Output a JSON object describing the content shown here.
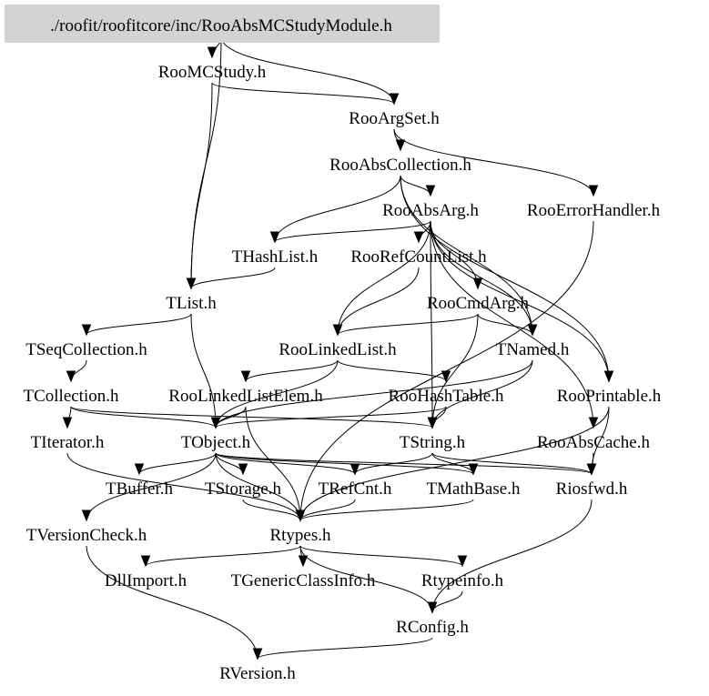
{
  "graph": {
    "type": "include-dependency-graph",
    "root": "./roofit/roofitcore/inc/RooAbsMCStudyModule.h",
    "colors": {
      "root_fill": "#d3d3d3",
      "edge": "#000000",
      "text": "#000000"
    },
    "nodes": [
      {
        "id": "root",
        "label": "./roofit/roofitcore/inc/RooAbsMCStudyModule.h",
        "highlight": true
      },
      {
        "id": "RooMCStudy",
        "label": "RooMCStudy.h"
      },
      {
        "id": "RooArgSet",
        "label": "RooArgSet.h"
      },
      {
        "id": "RooAbsCollection",
        "label": "RooAbsCollection.h"
      },
      {
        "id": "RooAbsArg",
        "label": "RooAbsArg.h"
      },
      {
        "id": "RooErrorHandler",
        "label": "RooErrorHandler.h"
      },
      {
        "id": "THashList",
        "label": "THashList.h"
      },
      {
        "id": "RooRefCountList",
        "label": "RooRefCountList.h"
      },
      {
        "id": "TList",
        "label": "TList.h"
      },
      {
        "id": "RooCmdArg",
        "label": "RooCmdArg.h"
      },
      {
        "id": "TSeqCollection",
        "label": "TSeqCollection.h"
      },
      {
        "id": "RooLinkedList",
        "label": "RooLinkedList.h"
      },
      {
        "id": "TNamed",
        "label": "TNamed.h"
      },
      {
        "id": "TCollection",
        "label": "TCollection.h"
      },
      {
        "id": "RooLinkedListElem",
        "label": "RooLinkedListElem.h"
      },
      {
        "id": "RooHashTable",
        "label": "RooHashTable.h"
      },
      {
        "id": "RooPrintable",
        "label": "RooPrintable.h"
      },
      {
        "id": "TIterator",
        "label": "TIterator.h"
      },
      {
        "id": "TObject",
        "label": "TObject.h"
      },
      {
        "id": "TString",
        "label": "TString.h"
      },
      {
        "id": "RooAbsCache",
        "label": "RooAbsCache.h"
      },
      {
        "id": "TBuffer",
        "label": "TBuffer.h"
      },
      {
        "id": "TStorage",
        "label": "TStorage.h"
      },
      {
        "id": "TRefCnt",
        "label": "TRefCnt.h"
      },
      {
        "id": "TMathBase",
        "label": "TMathBase.h"
      },
      {
        "id": "Riosfwd",
        "label": "Riosfwd.h"
      },
      {
        "id": "TVersionCheck",
        "label": "TVersionCheck.h"
      },
      {
        "id": "Rtypes",
        "label": "Rtypes.h"
      },
      {
        "id": "DllImport",
        "label": "DllImport.h"
      },
      {
        "id": "TGenericClassInfo",
        "label": "TGenericClassInfo.h"
      },
      {
        "id": "Rtypeinfo",
        "label": "Rtypeinfo.h"
      },
      {
        "id": "RConfig",
        "label": "RConfig.h"
      },
      {
        "id": "RVersion",
        "label": "RVersion.h"
      }
    ],
    "edges": [
      [
        "root",
        "RooMCStudy"
      ],
      [
        "root",
        "RooArgSet"
      ],
      [
        "root",
        "TList"
      ],
      [
        "RooMCStudy",
        "RooArgSet"
      ],
      [
        "RooMCStudy",
        "TList"
      ],
      [
        "RooArgSet",
        "RooAbsCollection"
      ],
      [
        "RooArgSet",
        "RooErrorHandler"
      ],
      [
        "RooAbsCollection",
        "RooAbsArg"
      ],
      [
        "RooAbsCollection",
        "THashList"
      ],
      [
        "RooAbsCollection",
        "TNamed"
      ],
      [
        "RooAbsCollection",
        "RooPrintable"
      ],
      [
        "RooAbsArg",
        "THashList"
      ],
      [
        "RooAbsArg",
        "RooRefCountList"
      ],
      [
        "RooAbsArg",
        "RooCmdArg"
      ],
      [
        "RooAbsArg",
        "TNamed"
      ],
      [
        "RooAbsArg",
        "RooPrintable"
      ],
      [
        "RooAbsArg",
        "TString"
      ],
      [
        "RooAbsArg",
        "RooAbsCache"
      ],
      [
        "RooAbsArg",
        "RooLinkedList"
      ],
      [
        "RooErrorHandler",
        "Rtypes"
      ],
      [
        "THashList",
        "TList"
      ],
      [
        "RooRefCountList",
        "RooLinkedList"
      ],
      [
        "TList",
        "TSeqCollection"
      ],
      [
        "TList",
        "TObject"
      ],
      [
        "RooCmdArg",
        "RooLinkedList"
      ],
      [
        "RooCmdArg",
        "TNamed"
      ],
      [
        "RooCmdArg",
        "TString"
      ],
      [
        "TSeqCollection",
        "TCollection"
      ],
      [
        "RooLinkedList",
        "RooLinkedListElem"
      ],
      [
        "RooLinkedList",
        "RooHashTable"
      ],
      [
        "RooLinkedList",
        "TObject"
      ],
      [
        "TNamed",
        "TString"
      ],
      [
        "TNamed",
        "TObject"
      ],
      [
        "TCollection",
        "TIterator"
      ],
      [
        "TCollection",
        "TObject"
      ],
      [
        "TCollection",
        "TString"
      ],
      [
        "RooLinkedListElem",
        "TObject"
      ],
      [
        "RooLinkedListElem",
        "Rtypes"
      ],
      [
        "RooHashTable",
        "TString"
      ],
      [
        "RooHashTable",
        "TObject"
      ],
      [
        "RooPrintable",
        "Riosfwd"
      ],
      [
        "RooPrintable",
        "Rtypes"
      ],
      [
        "TIterator",
        "Rtypes"
      ],
      [
        "TObject",
        "TBuffer"
      ],
      [
        "TObject",
        "TStorage"
      ],
      [
        "TObject",
        "TVersionCheck"
      ],
      [
        "TObject",
        "Riosfwd"
      ],
      [
        "TObject",
        "TRefCnt"
      ],
      [
        "TObject",
        "TMathBase"
      ],
      [
        "TObject",
        "Rtypes"
      ],
      [
        "TString",
        "TRefCnt"
      ],
      [
        "TString",
        "TMathBase"
      ],
      [
        "TString",
        "Riosfwd"
      ],
      [
        "RooAbsCache",
        "Riosfwd"
      ],
      [
        "TStorage",
        "Rtypes"
      ],
      [
        "TRefCnt",
        "Rtypes"
      ],
      [
        "TMathBase",
        "Rtypes"
      ],
      [
        "Riosfwd",
        "RConfig"
      ],
      [
        "TVersionCheck",
        "RVersion"
      ],
      [
        "Rtypes",
        "DllImport"
      ],
      [
        "Rtypes",
        "TGenericClassInfo"
      ],
      [
        "Rtypes",
        "Rtypeinfo"
      ],
      [
        "Rtypes",
        "RConfig"
      ],
      [
        "Rtypeinfo",
        "RConfig"
      ],
      [
        "RConfig",
        "RVersion"
      ]
    ]
  }
}
